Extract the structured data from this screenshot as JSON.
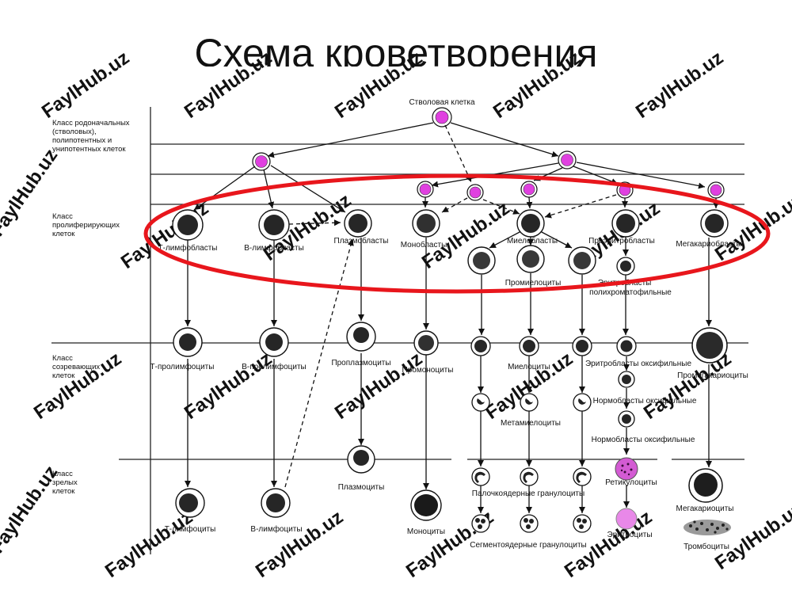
{
  "title": "Схема кроветворения",
  "watermark": "FaylHub.uz",
  "colors": {
    "stem_cell": "#e040e0",
    "highlight_ellipse": "#e8161c",
    "line": "#111111",
    "watermark": "#d2d2d2",
    "reticulocyte": "#d35bd3",
    "erythrocyte": "#e888e8"
  },
  "classes": {
    "stem": [
      "Класс родоначальных",
      "(стволовых),",
      "полипотентных и",
      "унипотентных клеток"
    ],
    "proliferating": [
      "Класс",
      "пролиферирующих",
      "клеток"
    ],
    "maturing": [
      "Класс",
      "созревающих",
      "клеток"
    ],
    "mature": [
      "Класс",
      "зрелых",
      "клеток"
    ]
  },
  "cells": {
    "stem_cell": "Стволовая клетка",
    "t_lymphoblasts": "Т-лимфобласты",
    "b_lymphoblasts": "В-лимфобласты",
    "plasmoblasts": "Плазмобласты",
    "monoblasts": "Монобласты",
    "myeloblasts": "Миелобласты",
    "proerythroblasts": "Проэритробласты",
    "megakaryoblasts": "Мегакариобласты",
    "promyelocytes": "Промиелоциты",
    "erythroblasts_poly_1": "Эритробласты",
    "erythroblasts_poly_2": "полихроматофильные",
    "t_prolymphocytes": "Т-пролимфоциты",
    "b_prolymphocytes": "В-пролимфоциты",
    "proplasmocytes": "Проплазмоциты",
    "promonocytes": "Промоноциты",
    "myelocytes": "Миелоциты",
    "erythroblasts_oxy": "Эритробласты оксифильные",
    "promegakaryocytes": "Промегакариоциты",
    "normoblasts_1": "Нормобласты оксифильные",
    "normoblasts_2": "Нормобласты оксифильные",
    "metamyelocytes": "Метамиелоциты",
    "plasmocytes": "Плазмоциты",
    "reticulocytes": "Ретикулоциты",
    "band_granulocytes": "Палочкоядерные гранулоциты",
    "megakaryocytes": "Мегакариоциты",
    "t_lymphocytes": "Т-лимфоциты",
    "b_lymphocytes": "В-лимфоциты",
    "monocytes": "Моноциты",
    "segmented_granulocytes": "Сегментоядерные гранулоциты",
    "erythrocytes": "Эритроциты",
    "thrombocytes": "Тромбоциты"
  }
}
